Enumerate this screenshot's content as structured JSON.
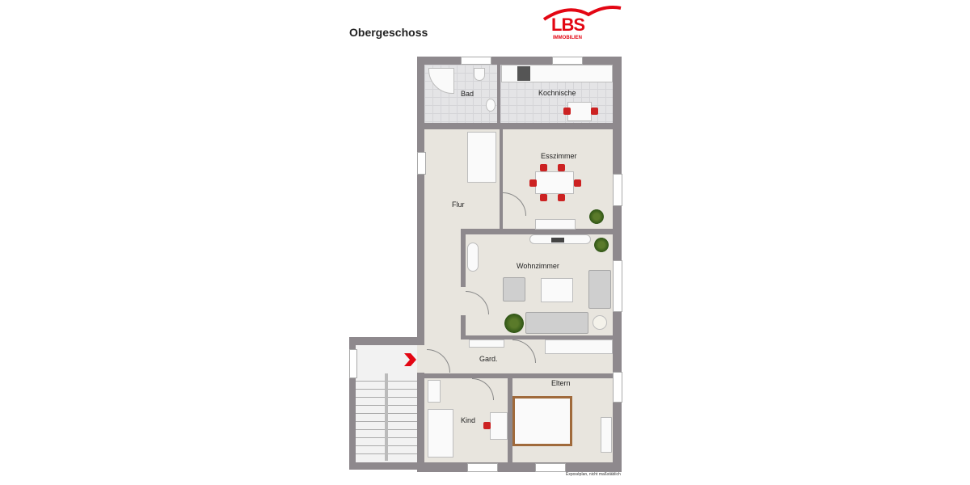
{
  "title": "Obergeschoss",
  "logo": {
    "text": "LBS",
    "subtext": "IMMOBILIEN",
    "color": "#e30613"
  },
  "rooms": {
    "bad": "Bad",
    "kochnische": "Kochnische",
    "esszimmer": "Esszimmer",
    "flur": "Flur",
    "wohnzimmer": "Wohnzimmer",
    "garderobe": "Gard.",
    "eltern": "Eltern",
    "kind": "Kind"
  },
  "footnote": "Exposéplan, nicht maßstäblich",
  "colors": {
    "wall": "#8e898d",
    "floor": "#e8e5de",
    "accent": "#e30613"
  }
}
